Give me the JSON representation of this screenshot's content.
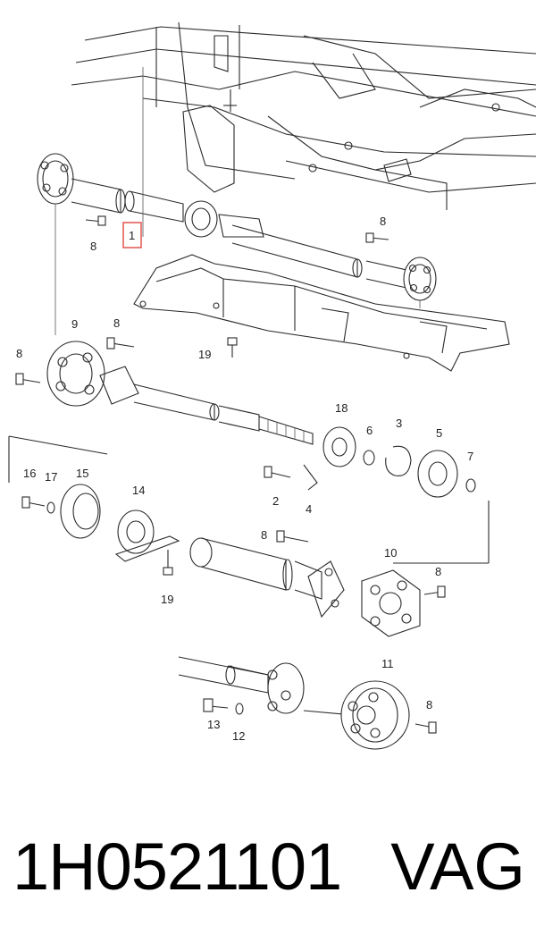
{
  "callouts": {
    "c1": "1",
    "c2": "2",
    "c3": "3",
    "c4": "4",
    "c5": "5",
    "c6": "6",
    "c7": "7",
    "c8": "8",
    "c9": "9",
    "c10": "10",
    "c11": "11",
    "c12": "12",
    "c13": "13",
    "c14": "14",
    "c15": "15",
    "c16": "16",
    "c17": "17",
    "c18": "18",
    "c19": "19"
  },
  "footer": {
    "part_number": "1H0521101",
    "brand": "VAG"
  },
  "colors": {
    "highlight_box": "#e0554f",
    "line": "#2a2a2a"
  }
}
